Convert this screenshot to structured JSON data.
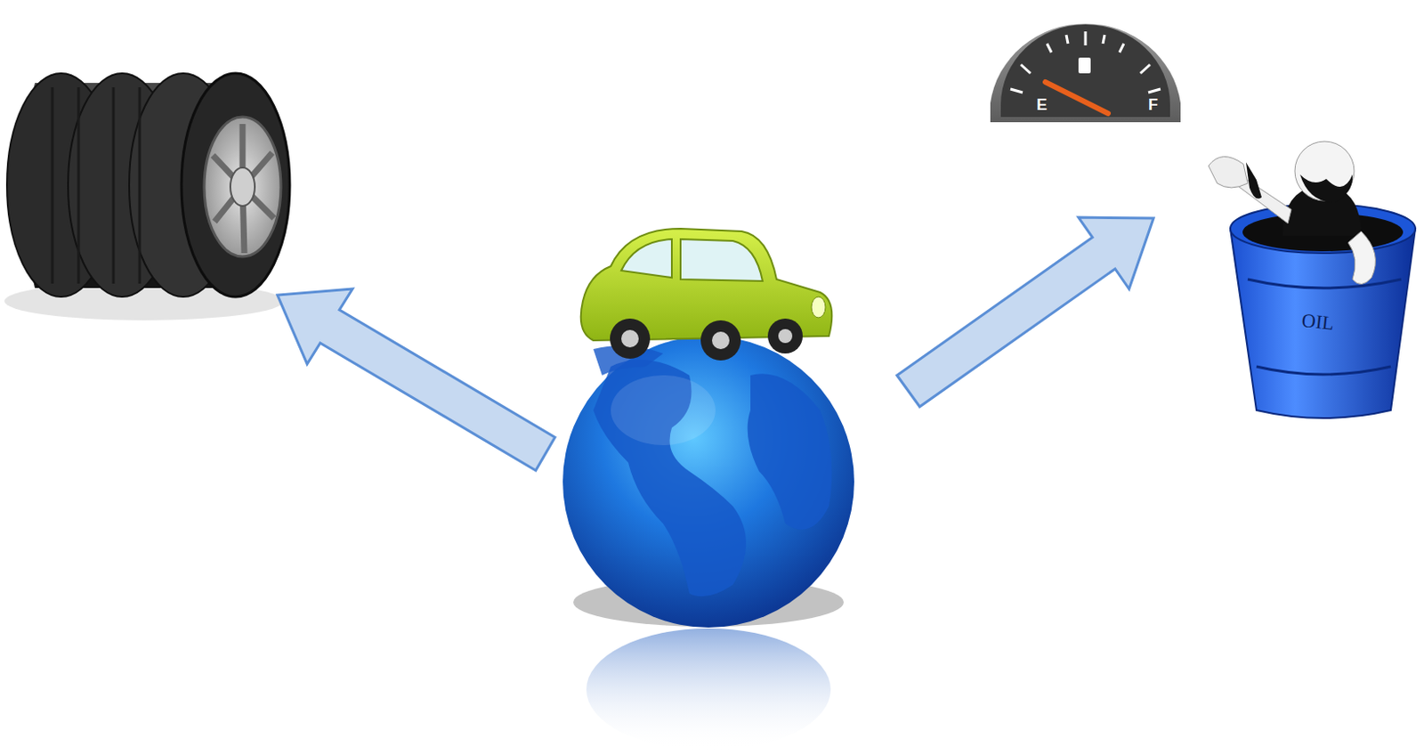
{
  "diagram": {
    "labels": [
      "E",
      "F",
      "OIL"
    ]
  }
}
